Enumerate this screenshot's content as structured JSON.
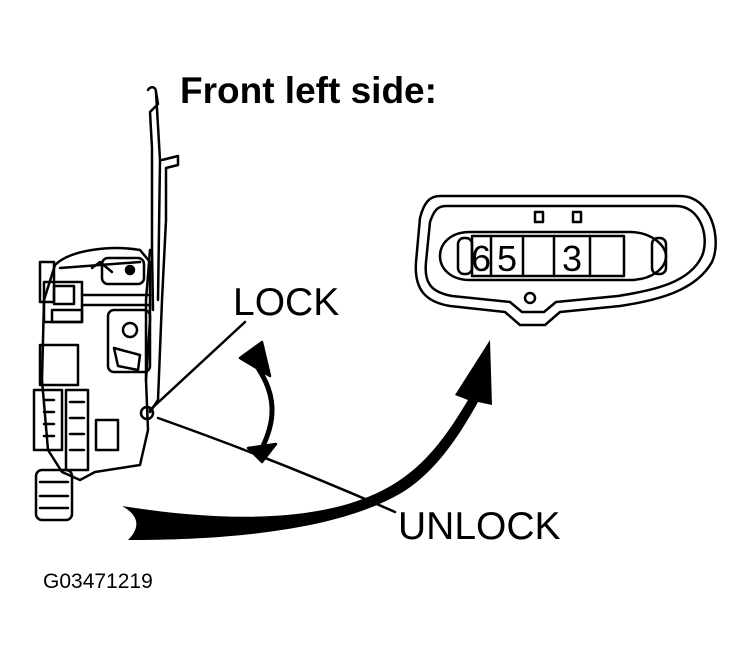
{
  "title": "Front left side:",
  "labels": {
    "lock": "LOCK",
    "unlock": "UNLOCK"
  },
  "figure_code": "G03471219",
  "connector": {
    "pins": [
      "6",
      "5",
      "",
      "3",
      "",
      ""
    ]
  },
  "colors": {
    "ink": "#000000",
    "paper": "#ffffff"
  }
}
